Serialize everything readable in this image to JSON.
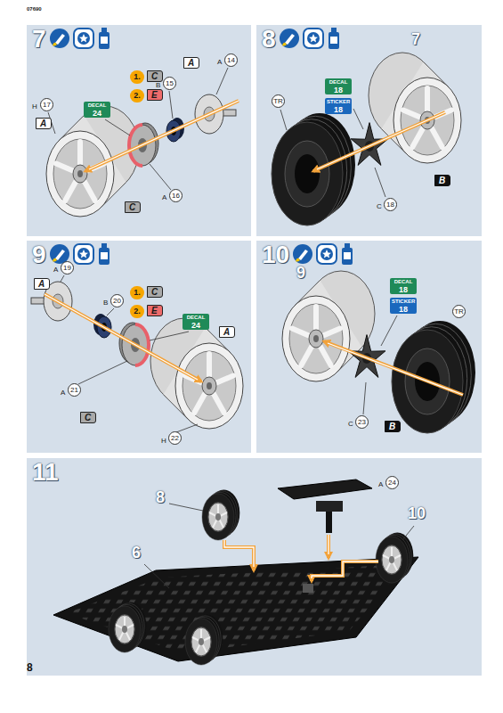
{
  "diagram": {
    "nodes": [
      {
        "text": [
          "7"
        ]
      },
      {
        "text": [
          "8"
        ]
      },
      {
        "text": [
          "9"
        ]
      },
      {
        "text": [
          "10"
        ]
      },
      {
        "text": [
          "11"
        ]
      }
    ],
    "labels": [
      "A",
      "A",
      "14",
      "B",
      "15",
      "1.",
      "C",
      "2.",
      "E",
      "H",
      "17",
      "DECAL",
      "24",
      "A",
      "C",
      "A",
      "16",
      "7",
      "DECAL",
      "18",
      "STICKER",
      "18",
      "TR",
      "B",
      "C",
      "18",
      "A",
      "A",
      "19",
      "B",
      "20",
      "1.",
      "C",
      "2.",
      "E",
      "DECAL",
      "24",
      "A",
      "A",
      "21",
      "C",
      "H",
      "22",
      "9",
      "DECAL",
      "18",
      "STICKER",
      "18",
      "TR",
      "C",
      "23",
      "B",
      "8",
      "A",
      "24",
      "10",
      "6",
      "8",
      "07690"
    ]
  }
}
